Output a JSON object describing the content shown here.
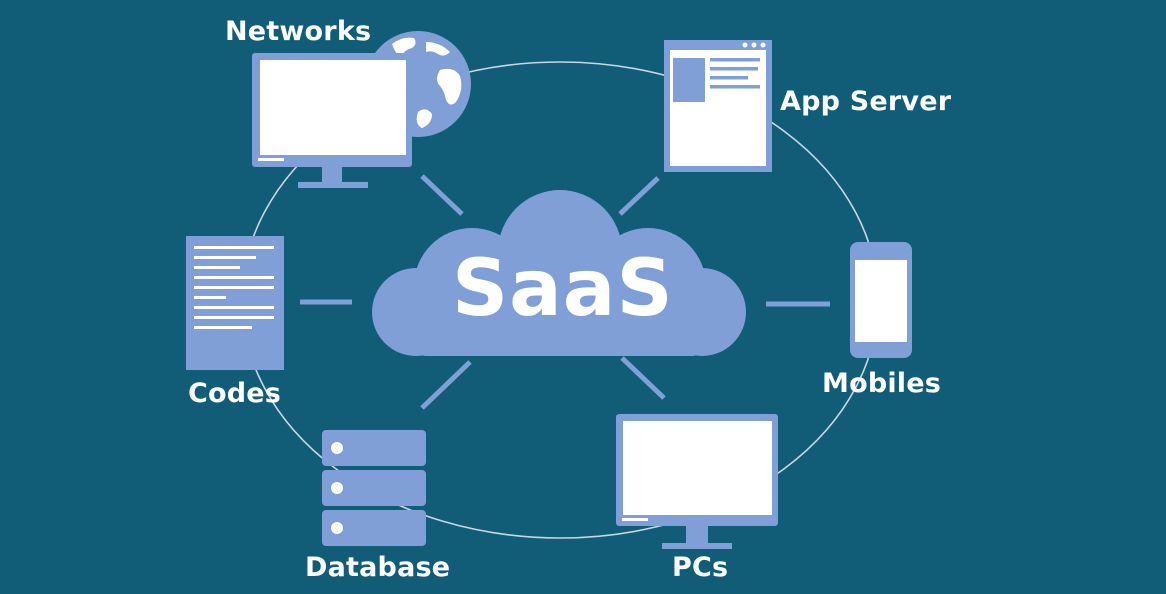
{
  "center": {
    "label": "SaaS",
    "icon": "cloud-icon"
  },
  "nodes": [
    {
      "id": "networks",
      "label": "Networks",
      "icon": "monitor-globe-icon"
    },
    {
      "id": "app_server",
      "label": "App Server",
      "icon": "browser-window-icon"
    },
    {
      "id": "mobiles",
      "label": "Mobiles",
      "icon": "smartphone-icon"
    },
    {
      "id": "pcs",
      "label": "PCs",
      "icon": "monitor-icon"
    },
    {
      "id": "database",
      "label": "Database",
      "icon": "database-server-icon"
    },
    {
      "id": "codes",
      "label": "Codes",
      "icon": "document-icon"
    }
  ],
  "colors": {
    "background": "#115c76",
    "icon_fill": "#7f9fd6",
    "icon_highlight": "#ffffff",
    "ring": "#c9d6e6",
    "connector": "#7f9fd6"
  }
}
